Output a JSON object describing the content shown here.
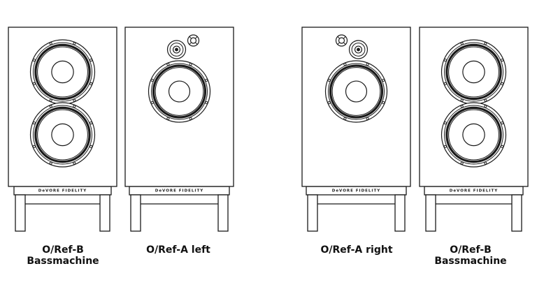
{
  "brand_label": "DeVORE FIDELITY",
  "colors": {
    "line": "#1a1a1a",
    "background": "#ffffff"
  },
  "speakers": [
    {
      "caption": [
        "O/Ref-B",
        "Bassmachine"
      ],
      "variant": "bass",
      "mirrored": false
    },
    {
      "caption": [
        "O/Ref-A left"
      ],
      "variant": "monitor",
      "mirrored": false
    },
    {
      "caption": [
        "O/Ref-A right"
      ],
      "variant": "monitor",
      "mirrored": true
    },
    {
      "caption": [
        "O/Ref-B",
        "Bassmachine"
      ],
      "variant": "bass",
      "mirrored": false
    }
  ]
}
